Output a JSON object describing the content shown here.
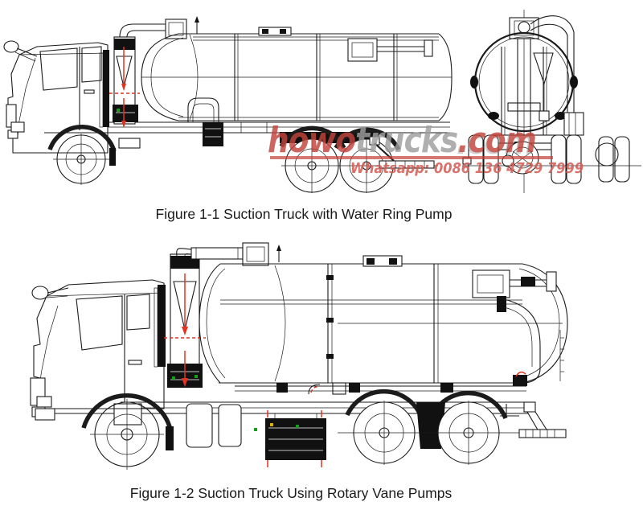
{
  "figures": [
    {
      "caption": "Figure 1-1 Suction Truck with Water Ring Pump"
    },
    {
      "caption": "Figure 1-2 Suction Truck Using Rotary Vane Pumps"
    }
  ],
  "watermark": {
    "brand_red": "howo",
    "brand_gray": "trucks",
    "brand_tld": ".com",
    "whatsapp_line": "Whatsapp: 0086 136 4729 7999"
  },
  "colors": {
    "accent-red": "#e23222",
    "drawing-line": "#1b1b1b",
    "watermark-red": "#c2443c",
    "watermark-gray": "#9e9e9e",
    "whatsapp-red": "#d45f57",
    "marker-green": "#14a016",
    "marker-yellow": "#d8b400"
  }
}
